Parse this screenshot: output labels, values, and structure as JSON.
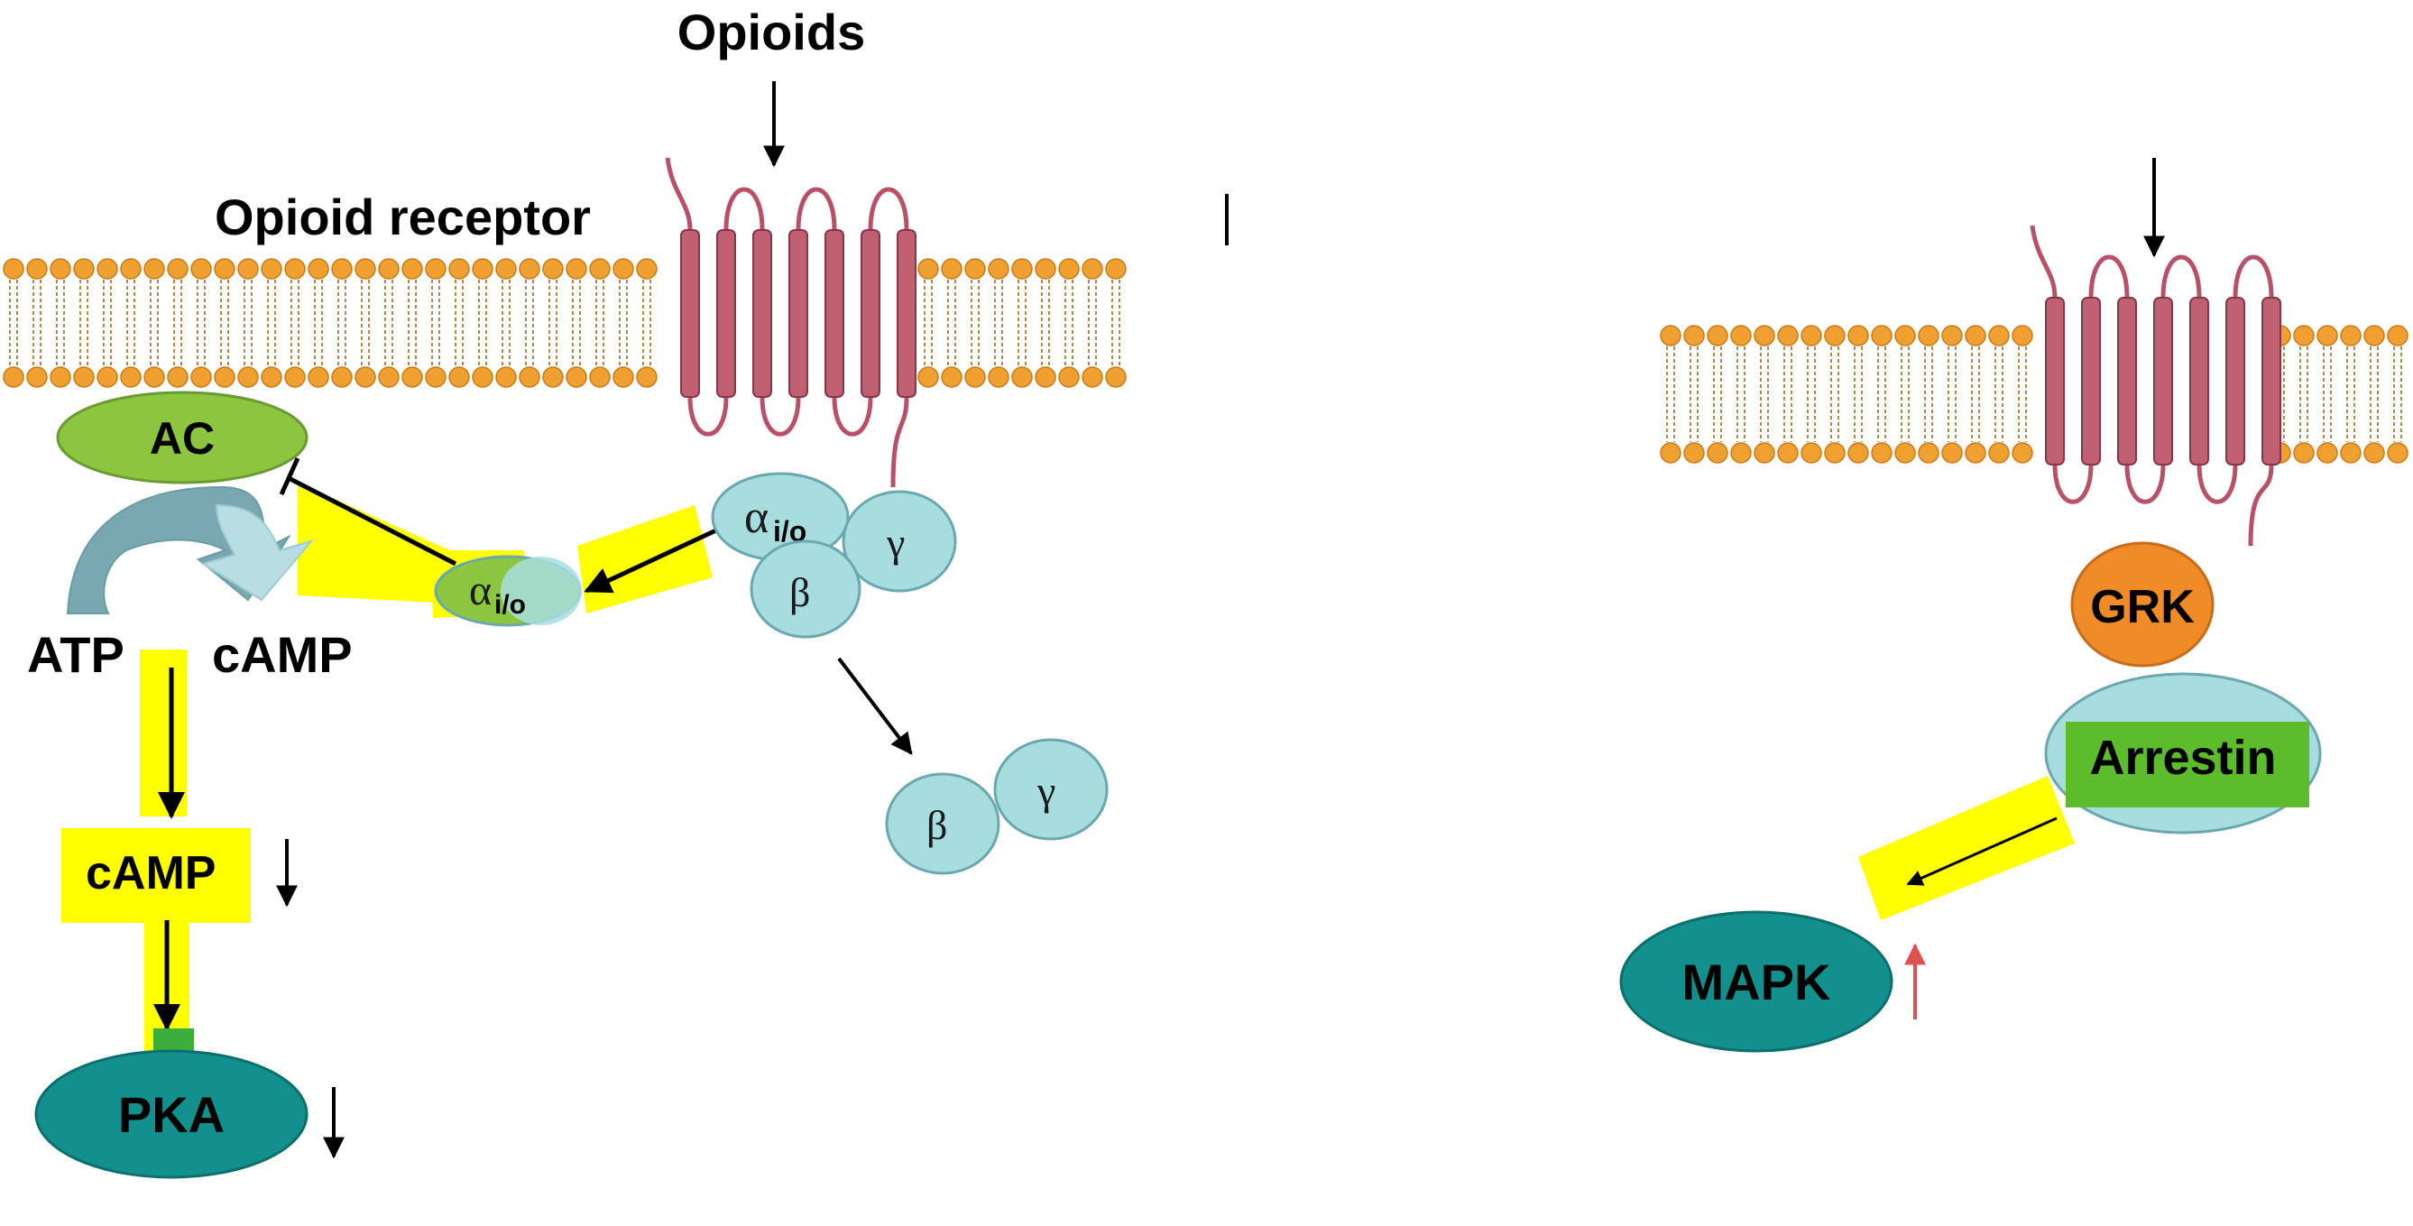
{
  "labels": {
    "opioids": "Opioids",
    "opioid_receptor": "Opioid receptor",
    "ac": "AC",
    "atp": "ATP",
    "camp_product": "cAMP",
    "camp": "cAMP",
    "pka": "PKA",
    "grk": "GRK",
    "arrestin": "Arrestin",
    "mapk": "MAPK",
    "alpha_receptor": "α",
    "alpha_receptor_sub": "i/o",
    "alpha_free": "α",
    "alpha_free_sub": "i/o",
    "beta_bound": "β",
    "gamma_bound": "γ",
    "beta_free": "β",
    "gamma_free": "γ"
  },
  "colors": {
    "membrane_head": "#f0a030",
    "receptor": "#c06070",
    "ac_green": "#8cc63e",
    "g_protein": "#a8dde0",
    "teal": "#12908e",
    "grk_orange": "#f08c28",
    "highlight": "#ffff00",
    "up_arrow": "#e05050"
  }
}
